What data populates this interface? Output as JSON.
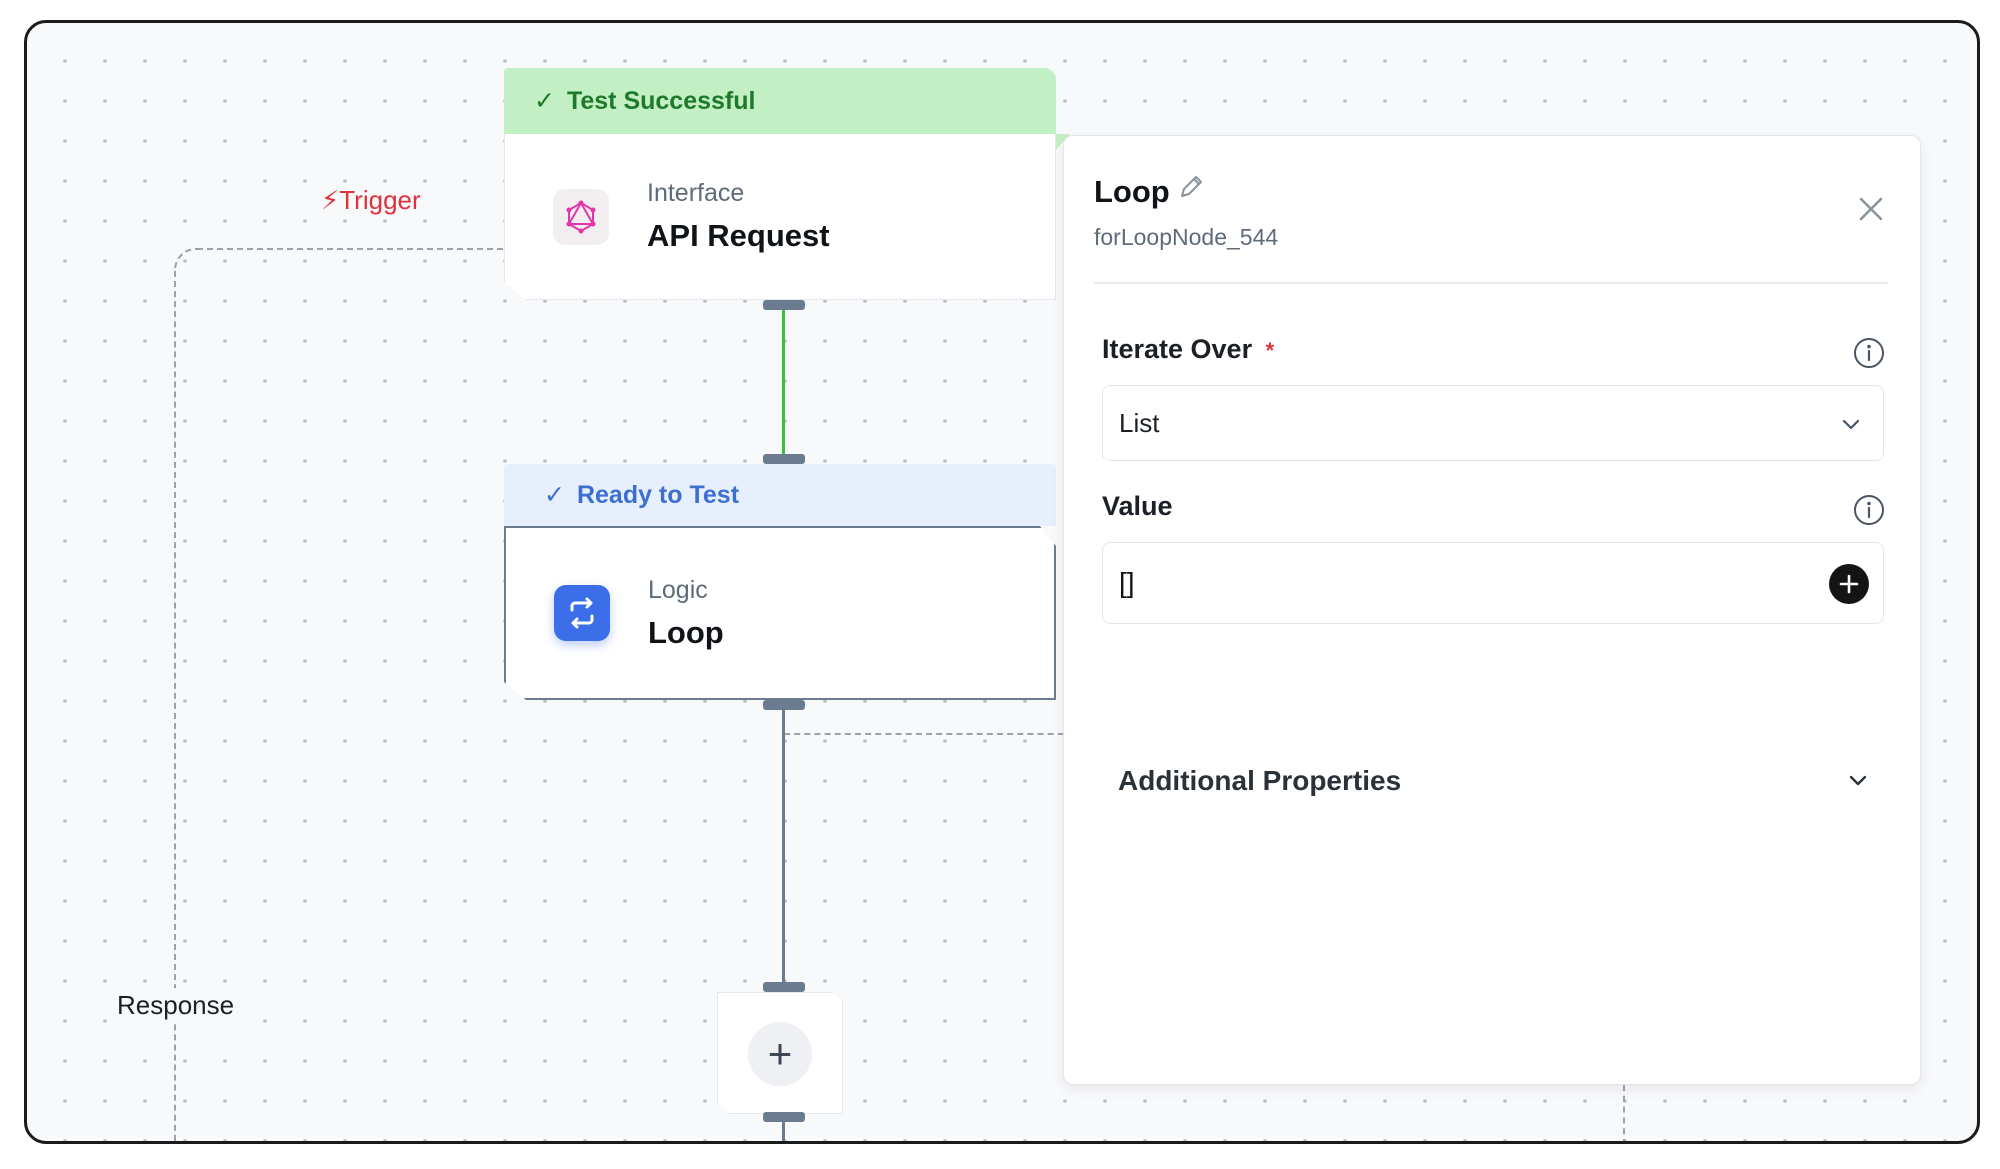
{
  "canvas": {
    "trigger_label": "⚡Trigger",
    "response_label": "Response",
    "add_step_symbol": "+"
  },
  "nodes": [
    {
      "status": "Test Successful",
      "status_color": "#1e7a2a",
      "category": "Interface",
      "title": "API Request",
      "icon": "graphql-icon"
    },
    {
      "status": "Ready to Test",
      "status_color": "#3b6fd1",
      "category": "Logic",
      "title": "Loop",
      "icon": "loop-icon"
    }
  ],
  "panel": {
    "title": "Loop",
    "node_id": "forLoopNode_544",
    "iterate_over": {
      "label": "Iterate Over",
      "required_mark": "*",
      "selected": "List"
    },
    "value": {
      "label": "Value",
      "current_value": "[]"
    },
    "additional_properties": "Additional Properties"
  },
  "colors": {
    "success_banner": "#c2efc4",
    "ready_banner": "#e8effc",
    "trigger_red": "#e0323c",
    "connector": "#6b7c90",
    "success_line": "#3cbf3c"
  }
}
